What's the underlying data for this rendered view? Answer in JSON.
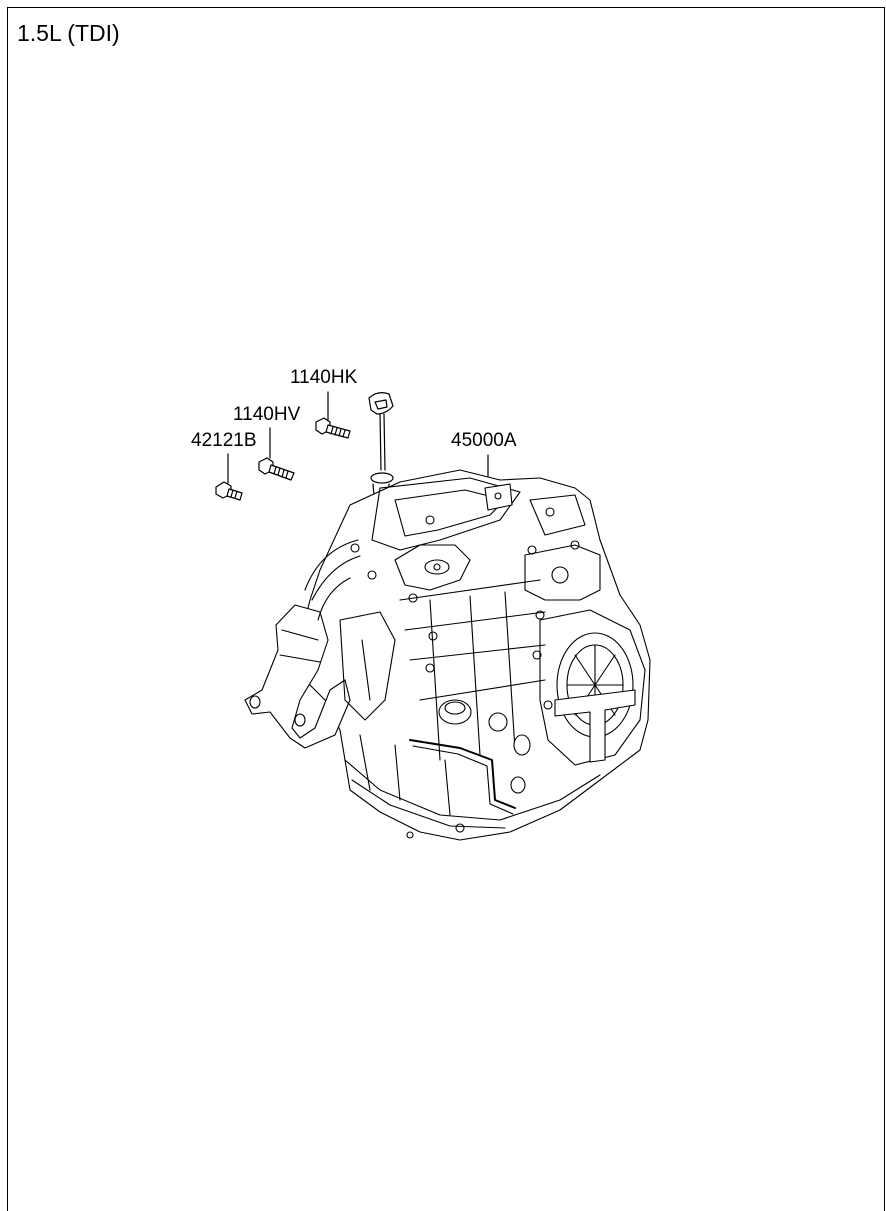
{
  "diagram": {
    "title": "1.5L (TDI)",
    "callouts": [
      {
        "id": "1140HK",
        "label": "1140HK"
      },
      {
        "id": "1140HV",
        "label": "1140HV"
      },
      {
        "id": "42121B",
        "label": "42121B"
      },
      {
        "id": "45000A",
        "label": "45000A"
      }
    ]
  },
  "colors": {
    "line": "#000000",
    "background": "#ffffff"
  }
}
